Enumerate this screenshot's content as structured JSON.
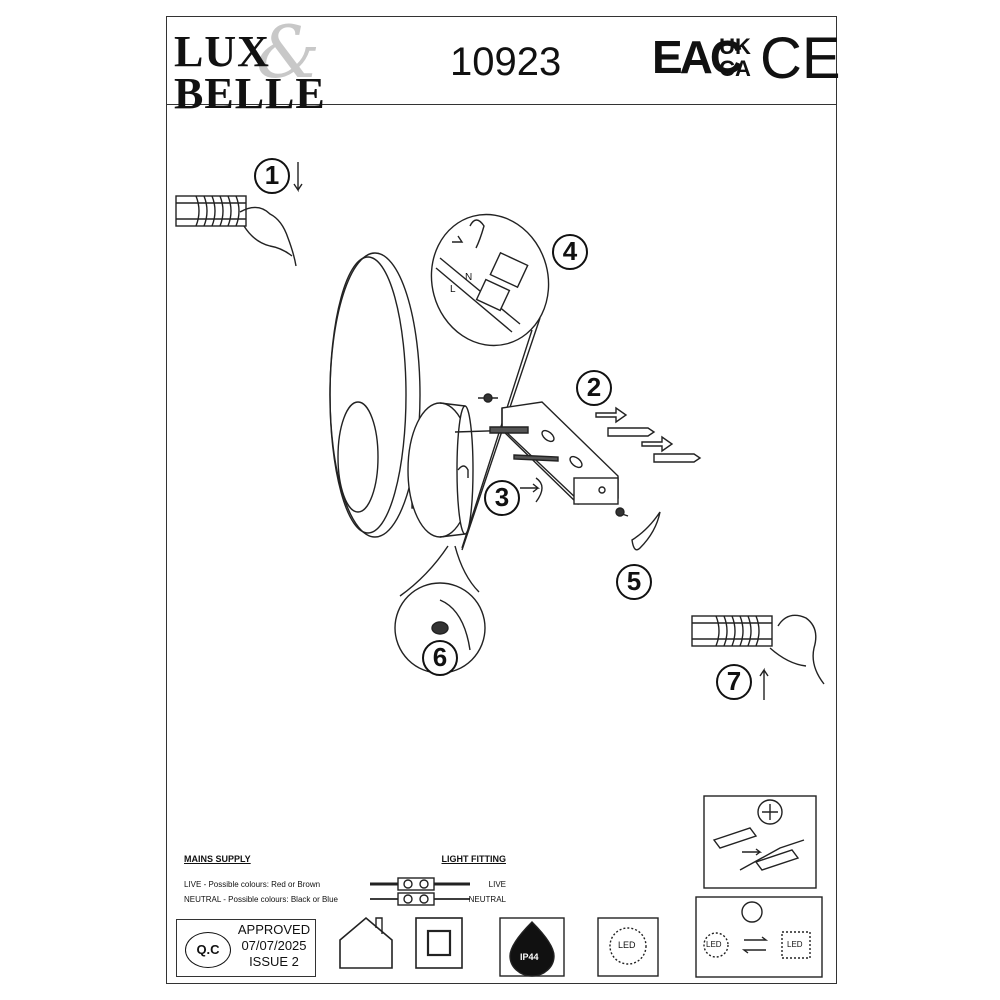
{
  "header": {
    "logo_line1": "LUX",
    "logo_line2": "BELLE",
    "logo_amp": "&",
    "product_code": "10923",
    "cert_eac": "EAC",
    "cert_uk": "UK",
    "cert_ca": "CA",
    "cert_ce": "CE"
  },
  "diagram": {
    "wire_labels": {
      "live": "L",
      "neutral": "N"
    }
  },
  "steps": [
    "1",
    "2",
    "3",
    "4",
    "5",
    "6",
    "7"
  ],
  "mains_supply": {
    "title": "MAINS SUPPLY",
    "fitting_title": "LIGHT FITTING",
    "live_text": "LIVE - Possible colours: Red or Brown",
    "neutral_text": "NEUTRAL - Possible colours: Black or Blue",
    "live_label": "LIVE",
    "neutral_label": "NEUTRAL"
  },
  "qc": {
    "badge": "Q.C",
    "approved": "APPROVED",
    "date": "07/07/2025",
    "issue": "ISSUE 2"
  },
  "symbols": {
    "ip_rating": "IP44",
    "led_label": "LED"
  },
  "icons": [
    "wrench-icon",
    "replace-arrows-icon",
    "indoor-house-icon",
    "class-ii-icon",
    "ip-drop-icon",
    "led-icon"
  ]
}
